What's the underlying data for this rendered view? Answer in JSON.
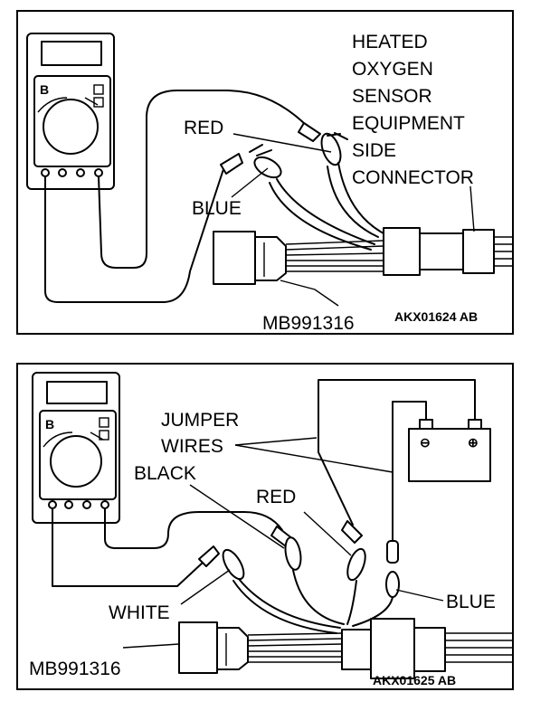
{
  "panel_top": {
    "labels": {
      "connector_line1": "HEATED",
      "connector_line2": "OXYGEN",
      "connector_line3": "SENSOR",
      "connector_line4": "EQUIPMENT",
      "connector_line5": "SIDE",
      "connector_line6": "CONNECTOR",
      "red": "RED",
      "blue": "BLUE",
      "tool": "MB991316",
      "figure_code": "AKX01624 AB"
    },
    "meter_display_letter": "B"
  },
  "panel_bottom": {
    "labels": {
      "jumper_line1": "JUMPER",
      "jumper_line2": "WIRES",
      "black": "BLACK",
      "red": "RED",
      "white": "WHITE",
      "blue": "BLUE",
      "tool": "MB991316",
      "figure_code": "AKX01625 AB"
    },
    "meter_display_letter": "B",
    "battery_terminals": [
      "⊖",
      "⊕"
    ]
  }
}
